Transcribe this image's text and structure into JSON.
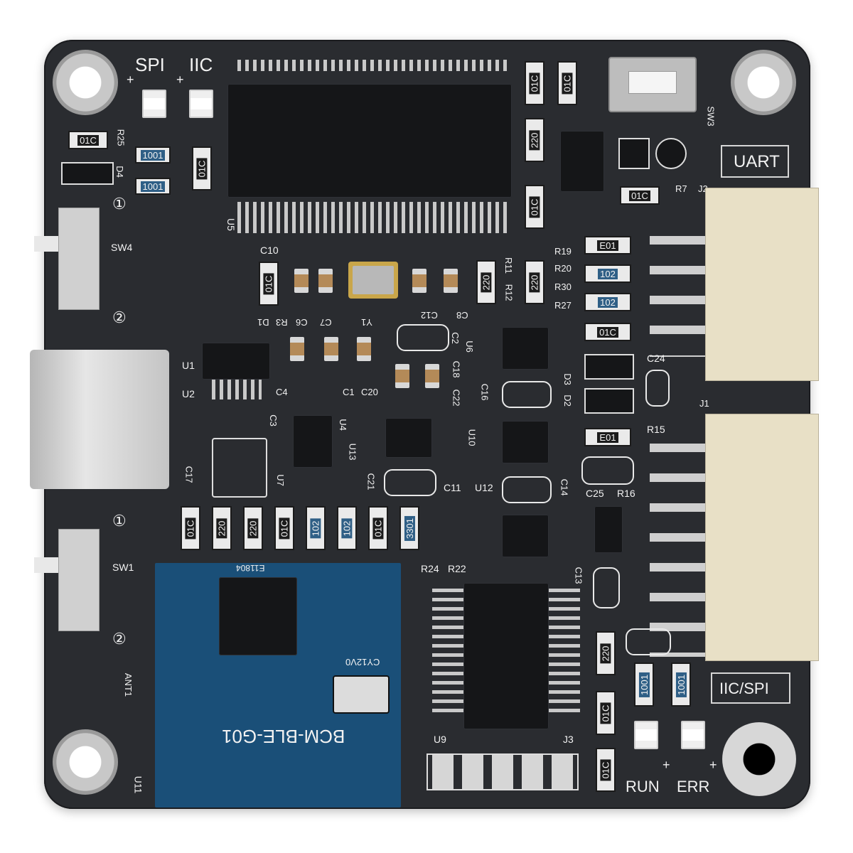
{
  "labels": {
    "spi": "SPI",
    "iic": "IIC",
    "plus": "+",
    "uart": "UART",
    "iic_spi": "IIC/SPI",
    "run": "RUN",
    "err": "ERR",
    "module": "BCM-BLE-G01",
    "module_chip": "E11804",
    "module_crystal": "CY12V0",
    "one": "①",
    "two": "②"
  },
  "refs": {
    "r25": "R25",
    "d4": "D4",
    "sw4": "SW4",
    "sw1": "SW1",
    "ant1": "ANT1",
    "u5": "U5",
    "u1": "U1",
    "u2": "U2",
    "u4": "U4",
    "u6": "U6",
    "u7": "U7",
    "u9": "U9",
    "u10": "U10",
    "u11": "U11",
    "u12": "U12",
    "u13": "U13",
    "c1": "C1",
    "c2": "C2",
    "c3": "C3",
    "c4": "C4",
    "c6": "C6",
    "c7": "C7",
    "c8": "C8",
    "c10": "C10",
    "c11": "C11",
    "c12": "C12",
    "c13": "C13",
    "c14": "C14",
    "c16": "C16",
    "c17": "C17",
    "c18": "C18",
    "c20": "C20",
    "c21": "C21",
    "c22": "C22",
    "c24": "C24",
    "c25": "C25",
    "d1": "D1",
    "d2": "D2",
    "d3": "D3",
    "r3": "R3",
    "y1": "Y1",
    "r7": "R7",
    "j2": "J2",
    "j1": "J1",
    "j3": "J3",
    "r11": "R11",
    "r12": "R12",
    "r15": "R15",
    "r16": "R16",
    "r19": "R19",
    "r20": "R20",
    "r22": "R22",
    "r24": "R24",
    "r27": "R27",
    "r30": "R30",
    "sw3": "SW3"
  },
  "markings": {
    "r_01c": "01C",
    "r_1001": "1001",
    "r_220": "220",
    "r_102": "102",
    "r_e01": "E01",
    "r_3301": "3301"
  },
  "colors": {
    "board": "#2a2c30",
    "silkscreen": "#f2f2f2",
    "module": "#1a4f78",
    "connector": "#e8e0c6"
  }
}
